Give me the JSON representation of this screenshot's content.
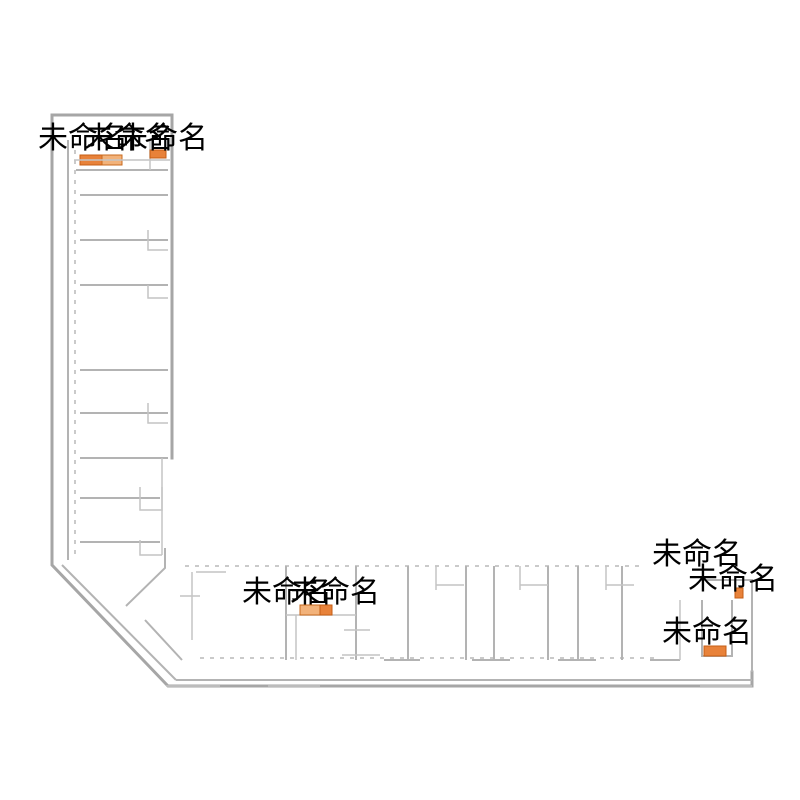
{
  "floorplan": {
    "background": "#ffffff",
    "wall_color": "#a6a6a6",
    "room_color": "#e8823a",
    "labels": [
      {
        "id": "label-top-1",
        "text": "未命名"
      },
      {
        "id": "label-top-2",
        "text": "未命名"
      },
      {
        "id": "label-top-3",
        "text": "未命名"
      },
      {
        "id": "label-mid-1",
        "text": "未命名"
      },
      {
        "id": "label-mid-2",
        "text": "未命名"
      },
      {
        "id": "label-right-1",
        "text": "未命名"
      },
      {
        "id": "label-right-2",
        "text": "未命名"
      },
      {
        "id": "label-right-3",
        "text": "未命名"
      }
    ]
  }
}
